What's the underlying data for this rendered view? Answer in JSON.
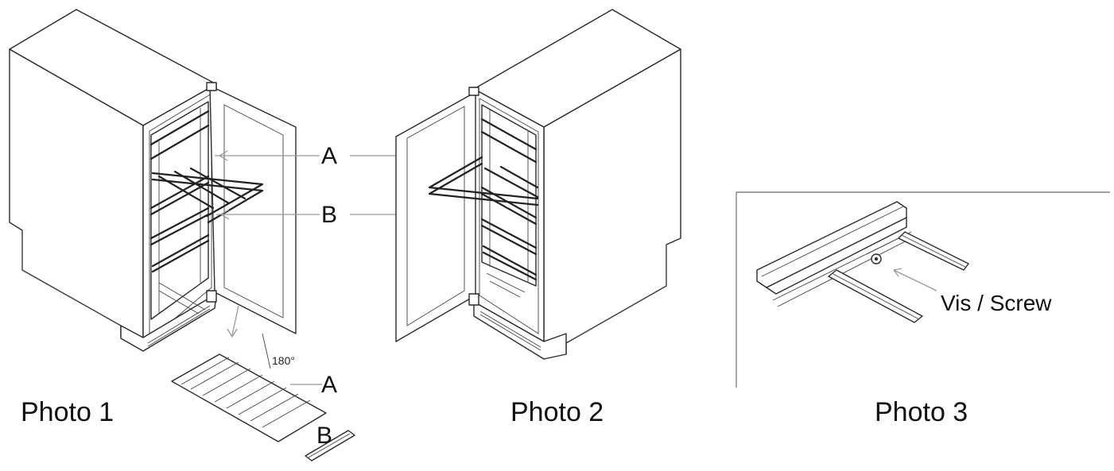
{
  "captions": {
    "photo1": "Photo 1",
    "photo2": "Photo 2",
    "photo3": "Photo 3"
  },
  "labels": {
    "a": "A",
    "b": "B",
    "angle": "180°",
    "screw": "Vis / Screw"
  }
}
